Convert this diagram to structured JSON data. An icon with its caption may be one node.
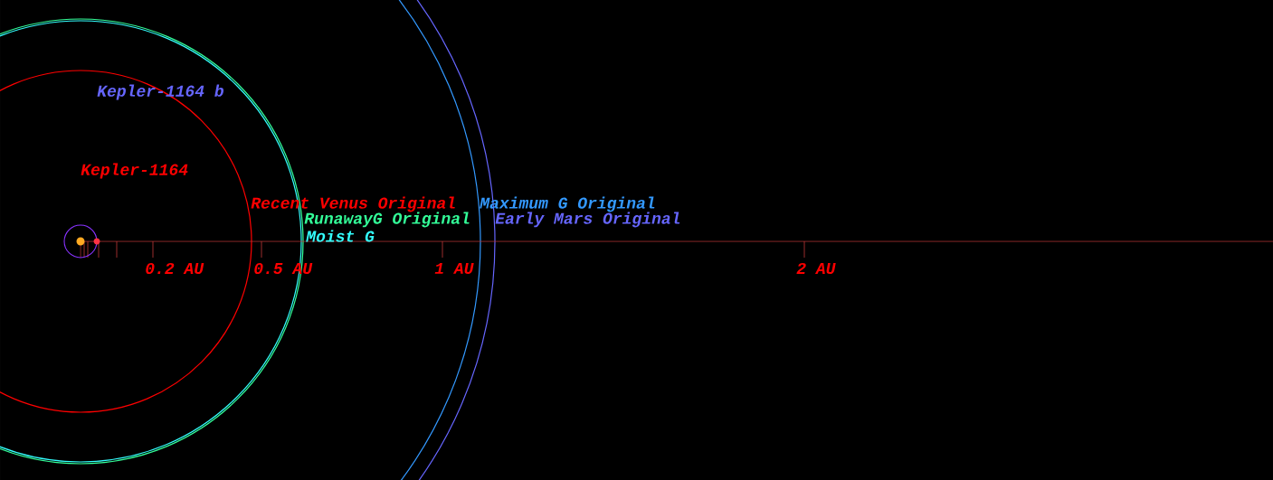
{
  "diagram": {
    "labels": [
      "Kepler-1164 b",
      "Kepler-1164",
      "Recent Venus Original",
      "Maximum G Original",
      "RunawayG Original",
      "Early Mars Original",
      "Moist G",
      "0.2 AU",
      "0.5 AU",
      "1 AU",
      "2 AU"
    ]
  }
}
